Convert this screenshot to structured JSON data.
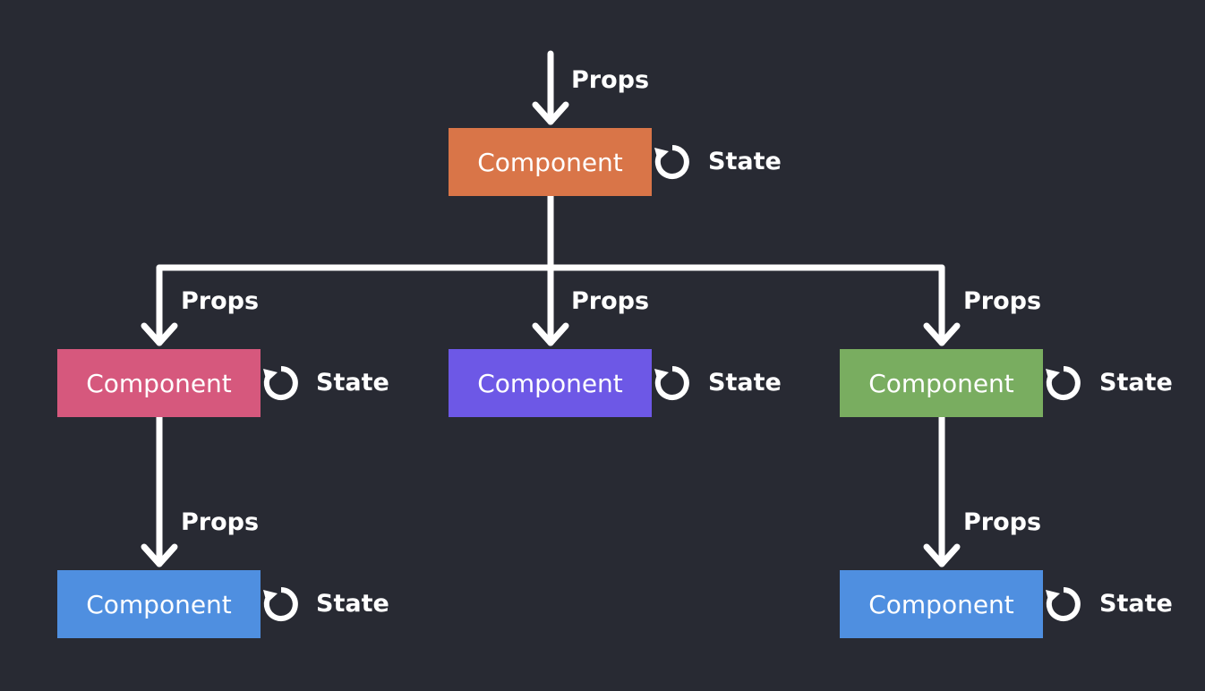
{
  "labels": {
    "component": "Component",
    "props": "Props",
    "state": "State"
  },
  "colors": {
    "background": "#282a33",
    "root": "#d97548",
    "left": "#d6587d",
    "middle": "#6d58e6",
    "right": "#79ad60",
    "leaf": "#4f8fe0",
    "edge": "#ffffff"
  },
  "icons": {
    "state_loop": "refresh-cycle-icon"
  }
}
